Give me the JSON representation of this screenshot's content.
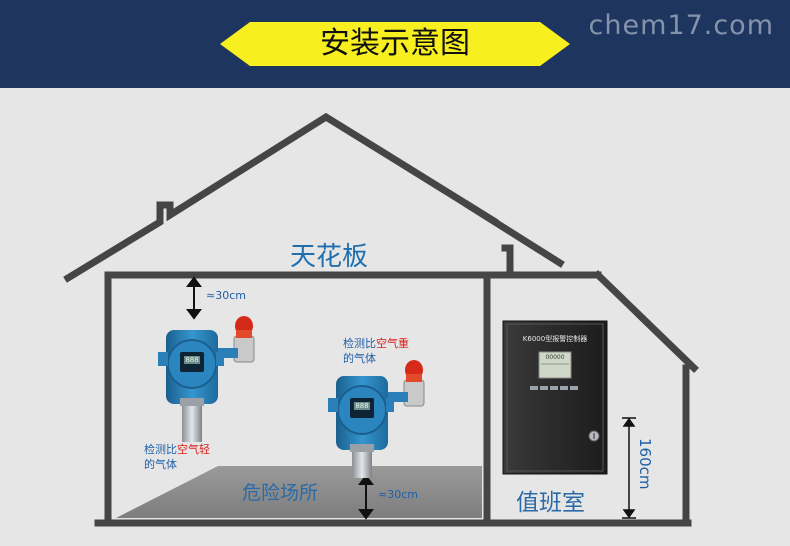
{
  "watermark": "chem17.com",
  "title": "安装示意图",
  "labels": {
    "ceiling": "天花板",
    "hazard_area": "危险场所",
    "duty_room": "值班室"
  },
  "dimensions": {
    "ceiling_gap": "≈30cm",
    "floor_gap": "≈30cm",
    "controller_height": "160cm"
  },
  "notes": {
    "light_gas": {
      "prefix": "检测比",
      "highlight": "空气轻",
      "suffix": "的气体"
    },
    "heavy_gas": {
      "prefix": "检测比",
      "highlight": "空气重",
      "suffix": "的气体"
    }
  },
  "controller": {
    "model": "K6000型报警控制器",
    "display_line1": "00000"
  },
  "detector": {
    "display": "888"
  },
  "colors": {
    "header_bg": "#1e3560",
    "banner": "#f7ef1f",
    "house_outline": "#454545",
    "label_blue": "#1f6fb0",
    "highlight_red": "#d8201c",
    "detector_blue": "#2a7fb8"
  }
}
